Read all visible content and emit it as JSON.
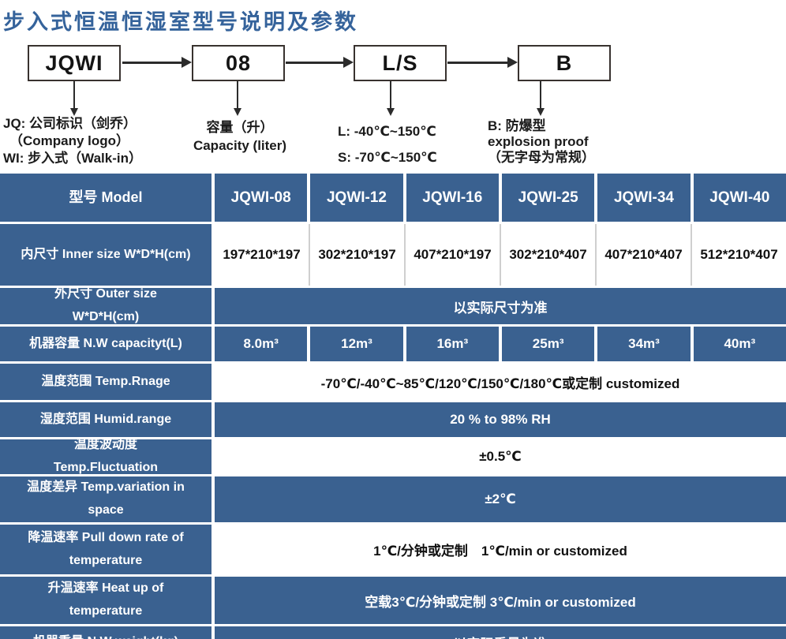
{
  "page": {
    "title": "步入式恒温恒湿室型号说明及参数"
  },
  "diagram": {
    "boxes": [
      {
        "label": "JQWI",
        "note_lines": [
          "JQ: 公司标识（剑乔）",
          "（Company logo）",
          "WI: 步入式（Walk-in）"
        ]
      },
      {
        "label": "08",
        "note_lines": [
          "容量（升）",
          "Capacity (liter)"
        ]
      },
      {
        "label": "L/S",
        "note_lines": [
          "L: -40℃~150℃",
          "S: -70℃~150℃"
        ]
      },
      {
        "label": "B",
        "note_lines": [
          "B: 防爆型",
          "explosion proof",
          "（无字母为常规）"
        ]
      }
    ]
  },
  "table": {
    "header": {
      "label": "型号 Model",
      "models": [
        "JQWI-08",
        "JQWI-12",
        "JQWI-16",
        "JQWI-25",
        "JQWI-34",
        "JQWI-40"
      ]
    },
    "rows": [
      {
        "label": "内尺寸 Inner size W*D*H(cm)",
        "values": [
          "197*210*197",
          "302*210*197",
          "407*210*197",
          "302*210*407",
          "407*210*407",
          "512*210*407"
        ]
      },
      {
        "label": "外尺寸 Outer size W*D*H(cm)",
        "value": "以实际尺寸为准"
      },
      {
        "label": "机器容量 N.W capacityt(L)",
        "values": [
          "8.0m³",
          "12m³",
          "16m³",
          "25m³",
          "34m³",
          "40m³"
        ]
      },
      {
        "label": "温度范围 Temp.Rnage",
        "value": "-70℃/-40℃~85℃/120℃/150℃/180℃或定制 customized"
      },
      {
        "label": "湿度范围 Humid.range",
        "value": "20 % to 98% RH"
      },
      {
        "label": "温度波动度 Temp.Fluctuation",
        "value": "±0.5℃"
      },
      {
        "label": "温度差异 Temp.variation in space",
        "value": "±2℃"
      },
      {
        "label": "降温速率 Pull down rate of temperature",
        "value": "1℃/分钟或定制　1℃/min or customized"
      },
      {
        "label": "升温速率 Heat up of temperature",
        "value": "空载3℃/分钟或定制 3℃/min or customized"
      },
      {
        "label": "机器重量 N.W weight(kg)",
        "value": "以实际重量为准"
      }
    ]
  },
  "colors": {
    "accent_blue": "#3a6190",
    "title_blue": "#35639b"
  }
}
